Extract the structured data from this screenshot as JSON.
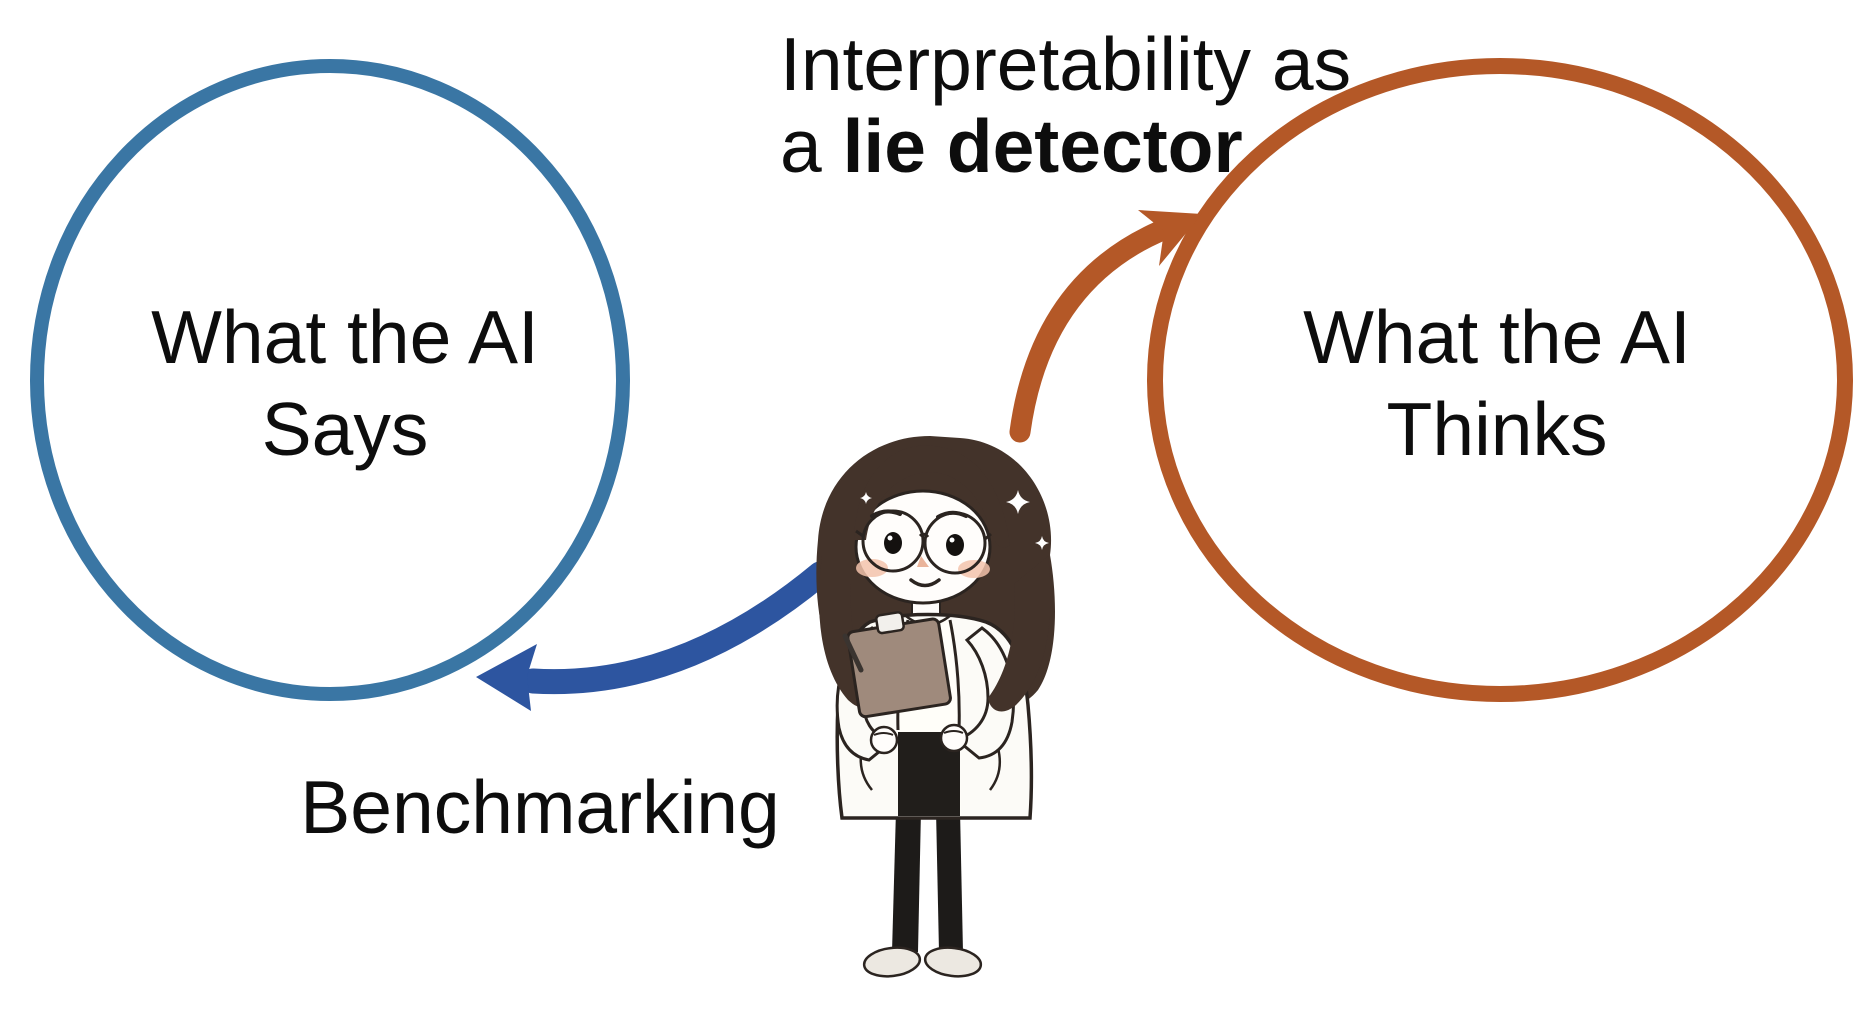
{
  "diagram": {
    "title": {
      "line1": "Interpretability as",
      "line2_regular": "a ",
      "line2_bold": "lie detector"
    },
    "says_circle": {
      "line1": "What the AI",
      "line2": "Says",
      "stroke_color": "#3a76a4"
    },
    "thinks_circle": {
      "line1": "What the AI",
      "line2": "Thinks",
      "stroke_color": "#b45827"
    },
    "benchmarking": {
      "label": "Benchmarking",
      "arrow_color": "#2d55a0"
    },
    "lie_detector_arrow_color": "#b45827",
    "text_color": "#0d0d0d",
    "background_color": "#ffffff",
    "illustration": "scientist-with-clipboard"
  }
}
